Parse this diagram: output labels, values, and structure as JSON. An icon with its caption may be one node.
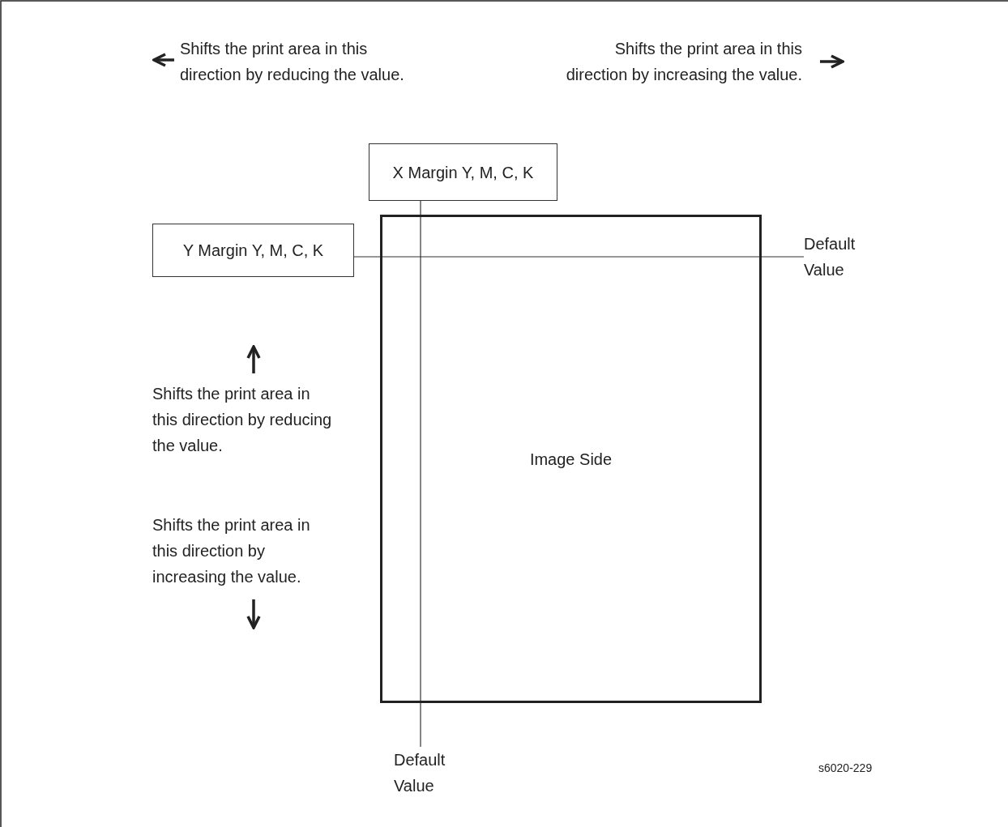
{
  "diagram": {
    "nodes": [
      {
        "text": [
          "X Margin Y, M, C, K"
        ]
      },
      {
        "text": [
          "Y Margin Y, M, C, K"
        ]
      },
      {
        "text": [
          "Image Side"
        ]
      },
      {
        "text": [
          "Default Value"
        ]
      },
      {
        "text": [
          "Default Value"
        ]
      }
    ],
    "edges": [
      {
        "from": 0,
        "to": 4,
        "arrow": "none"
      },
      {
        "from": 1,
        "to": 3,
        "arrow": "none"
      }
    ],
    "labels": [
      "Shifts the print area in this direction by reducing the value.",
      "Shifts the print area in this direction by increasing the value.",
      "Shifts the print area in this direction by reducing the value.",
      "Shifts the print area in this direction by increasing the value.",
      "s6020-229"
    ]
  }
}
